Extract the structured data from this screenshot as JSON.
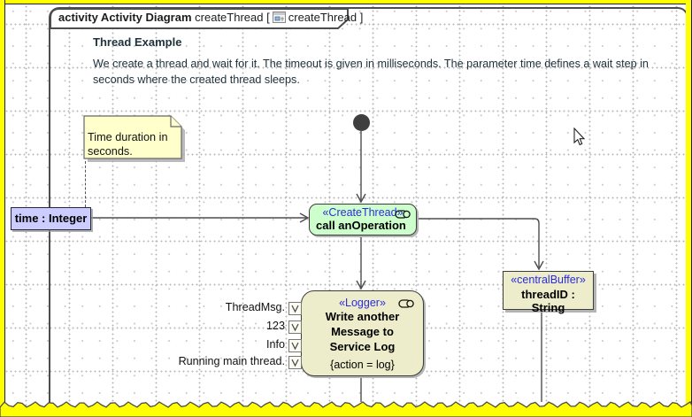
{
  "frame_header": {
    "keyword_bold": "activity Activity Diagram",
    "context_name": "createThread",
    "bracket_open": "[",
    "diagram_icon": "activity-diagram-icon",
    "diagram_name": "createThread",
    "bracket_close": "]"
  },
  "description": {
    "title": "Thread Example",
    "body": "We create a thread and wait for it. The timeout is given in milliseconds. The parameter time defines a wait step in seconds where the created thread sleeps."
  },
  "note": {
    "text": "Time duration in seconds."
  },
  "activity_parameter": {
    "label": "time : Integer"
  },
  "nodes": {
    "create_thread": {
      "stereotype": "«CreateThread»",
      "name": "call anOperation"
    },
    "logger": {
      "stereotype": "«Logger»",
      "name_lines": [
        "Write another",
        "Message to",
        "Service Log"
      ],
      "constraint": "{action = log}"
    },
    "central_buffer": {
      "stereotype": "«centralBuffer»",
      "name": "threadID : String"
    }
  },
  "pins": [
    {
      "label": "ThreadMsg."
    },
    {
      "label": "123"
    },
    {
      "label": "Info"
    },
    {
      "label": "Running main thread."
    }
  ],
  "icons": {
    "diagram_icon": "activity-diagram-thumbnail",
    "call_behavior_icon": "stadium-with-circle",
    "pin_value_icon": "check-v",
    "cursor": "arrow-pointer"
  },
  "colors": {
    "screenshot_border": "#ffff00",
    "frame_border": "#4d4d4d",
    "action_green": "#ccffcc",
    "beige": "#ededcb",
    "note_yellow": "#ffffcc",
    "parameter_lavender": "#ccccff",
    "stereotype_blue": "#2b2bdd",
    "initial_node": "#3f3f3f"
  }
}
